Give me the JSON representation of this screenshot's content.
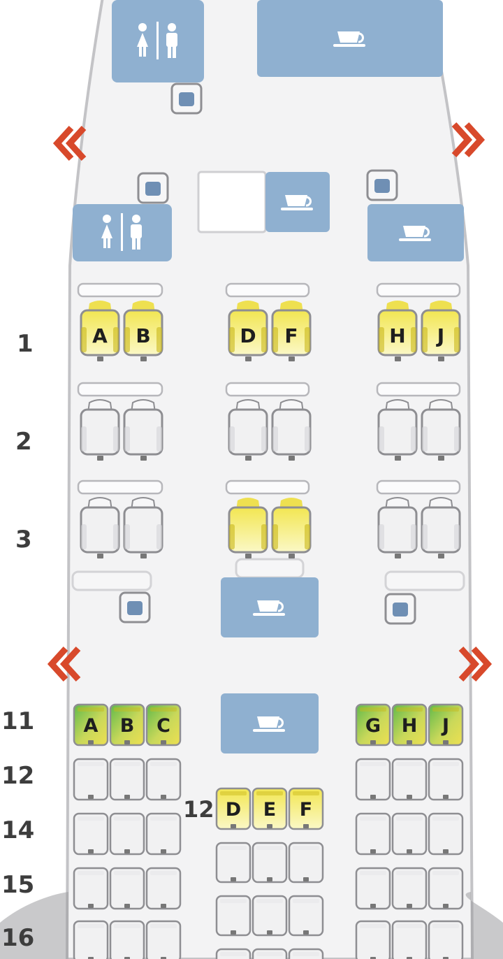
{
  "theme": {
    "facility_blue": "#8fb0d0",
    "fuselage_fill": "#f3f3f4",
    "fuselage_edge": "#c3c3c6",
    "seat_available": "#f1f1f2",
    "seat_outline": "#8e8e92",
    "seat_yellow": "#eee050",
    "seat_yellow_dark": "#c9b81b",
    "seat_green": "#6ec04e",
    "exit_red": "#d8492b"
  },
  "icons": {
    "lavatory": "restroom-icon",
    "galley": "coffee-cup-icon",
    "exit": "exit-chevron-icon",
    "attendant": "crew-seat-icon"
  },
  "rows": {
    "business": [
      {
        "label": "1",
        "left": [
          {
            "letter": "A",
            "status": "preferred"
          },
          {
            "letter": "B",
            "status": "preferred"
          }
        ],
        "center": [
          {
            "letter": "D",
            "status": "preferred"
          },
          {
            "letter": "F",
            "status": "preferred"
          }
        ],
        "right": [
          {
            "letter": "H",
            "status": "preferred"
          },
          {
            "letter": "J",
            "status": "preferred"
          }
        ]
      },
      {
        "label": "2",
        "left": [
          {
            "letter": "",
            "status": "available"
          },
          {
            "letter": "",
            "status": "available"
          }
        ],
        "center": [
          {
            "letter": "",
            "status": "available"
          },
          {
            "letter": "",
            "status": "available"
          }
        ],
        "right": [
          {
            "letter": "",
            "status": "available"
          },
          {
            "letter": "",
            "status": "available"
          }
        ]
      },
      {
        "label": "3",
        "left": [
          {
            "letter": "",
            "status": "available"
          },
          {
            "letter": "",
            "status": "available"
          }
        ],
        "center": [
          {
            "letter": "",
            "status": "preferred"
          },
          {
            "letter": "",
            "status": "preferred"
          }
        ],
        "right": [
          {
            "letter": "",
            "status": "available"
          },
          {
            "letter": "",
            "status": "available"
          }
        ]
      }
    ],
    "economy": [
      {
        "label": "11",
        "left": [
          {
            "letter": "A",
            "status": "exit"
          },
          {
            "letter": "B",
            "status": "exit"
          },
          {
            "letter": "C",
            "status": "exit"
          }
        ],
        "center": [],
        "right": [
          {
            "letter": "G",
            "status": "exit"
          },
          {
            "letter": "H",
            "status": "exit"
          },
          {
            "letter": "J",
            "status": "exit"
          }
        ]
      },
      {
        "label": "12",
        "left": [
          {
            "letter": "",
            "status": "available"
          },
          {
            "letter": "",
            "status": "available"
          },
          {
            "letter": "",
            "status": "available"
          }
        ],
        "center": [],
        "right": [
          {
            "letter": "",
            "status": "available"
          },
          {
            "letter": "",
            "status": "available"
          },
          {
            "letter": "",
            "status": "available"
          }
        ]
      },
      {
        "label": "14",
        "left": [
          {
            "letter": "",
            "status": "available"
          },
          {
            "letter": "",
            "status": "available"
          },
          {
            "letter": "",
            "status": "available"
          }
        ],
        "center": [],
        "right": [
          {
            "letter": "",
            "status": "available"
          },
          {
            "letter": "",
            "status": "available"
          },
          {
            "letter": "",
            "status": "available"
          }
        ]
      },
      {
        "label": "15",
        "left": [
          {
            "letter": "",
            "status": "available"
          },
          {
            "letter": "",
            "status": "available"
          },
          {
            "letter": "",
            "status": "available"
          }
        ],
        "center": [
          {
            "letter": "",
            "status": "available"
          },
          {
            "letter": "",
            "status": "available"
          },
          {
            "letter": "",
            "status": "available"
          }
        ],
        "right": [
          {
            "letter": "",
            "status": "available"
          },
          {
            "letter": "",
            "status": "available"
          },
          {
            "letter": "",
            "status": "available"
          }
        ]
      },
      {
        "label": "16",
        "left": [
          {
            "letter": "",
            "status": "available"
          },
          {
            "letter": "",
            "status": "available"
          },
          {
            "letter": "",
            "status": "available"
          }
        ],
        "center": [
          {
            "letter": "",
            "status": "available"
          },
          {
            "letter": "",
            "status": "available"
          },
          {
            "letter": "",
            "status": "available"
          }
        ],
        "right": [
          {
            "letter": "",
            "status": "available"
          },
          {
            "letter": "",
            "status": "available"
          },
          {
            "letter": "",
            "status": "available"
          }
        ]
      }
    ],
    "center_row_12": {
      "label": "12",
      "seats": [
        {
          "letter": "D",
          "status": "preferred"
        },
        {
          "letter": "E",
          "status": "preferred"
        },
        {
          "letter": "F",
          "status": "preferred"
        }
      ]
    }
  }
}
